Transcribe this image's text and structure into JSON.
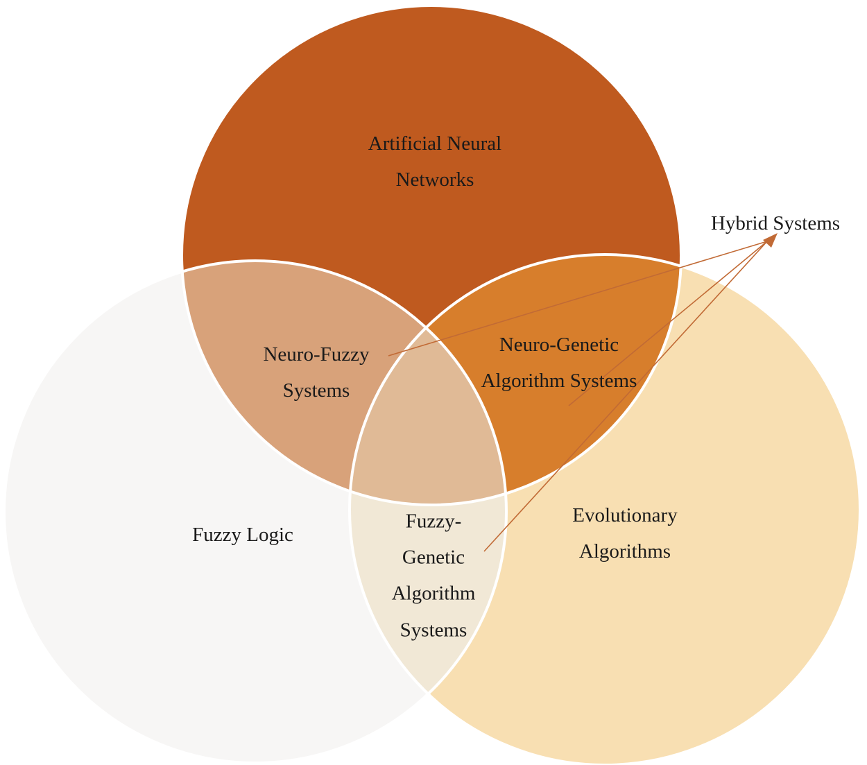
{
  "labels": {
    "ann": [
      "Artificial Neural",
      "Networks"
    ],
    "fuzzy_logic": [
      "Fuzzy Logic"
    ],
    "evolutionary": [
      "Evolutionary",
      "Algorithms"
    ],
    "neuro_fuzzy": [
      "Neuro-Fuzzy",
      "Systems"
    ],
    "neuro_genetic": [
      "Neuro-Genetic",
      "Algorithm Systems"
    ],
    "fuzzy_genetic": [
      "Fuzzy-",
      "Genetic",
      "Algorithm",
      "Systems"
    ],
    "hybrid": "Hybrid Systems"
  },
  "colors": {
    "ann": "#BF5A1F",
    "fuzzy_logic": "#F7F6F5",
    "evolutionary": "#F8DFB2",
    "neuro_fuzzy": "#D8A27A",
    "neuro_genetic": "#D77E2C",
    "fuzzy_genetic": "#F1E8D6",
    "center": "#E0BA96",
    "arrow": "#C16A35",
    "outline": "#FFFFFF",
    "text": "#1A1A1A"
  }
}
